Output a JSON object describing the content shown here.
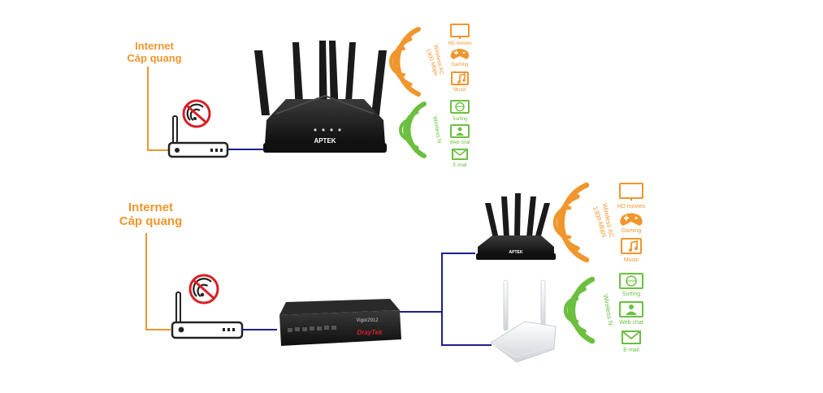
{
  "top": {
    "internet": "Internet",
    "fiber": "Cáp quang",
    "brand": "APTEK",
    "ac_label": "Wireless AC",
    "ac_speed": "1300 Mbps",
    "n_label": "Wireless N",
    "ac_apps": [
      "HD movies",
      "Gaming",
      "Music"
    ],
    "n_apps": [
      "Surfing",
      "Web chat",
      "E-mail"
    ]
  },
  "bottom": {
    "internet": "Internet",
    "fiber": "Cáp quang",
    "gateway_brand": "DrayTek",
    "gateway_model": "Vigor2912",
    "router_brand": "APTEK",
    "ac_label": "Wireless AC",
    "ac_speed": "1300 Mbps",
    "n_label": "Wireless N",
    "ac_apps": [
      "HD movies",
      "Gaming",
      "Music"
    ],
    "n_apps": [
      "Surfing",
      "Web chat",
      "E-mail"
    ]
  },
  "colors": {
    "orange": "#f0962d",
    "green": "#6cbf3f",
    "navy": "#1c1f8c",
    "red": "#d81f26",
    "router_black": "#1a1a1a"
  }
}
